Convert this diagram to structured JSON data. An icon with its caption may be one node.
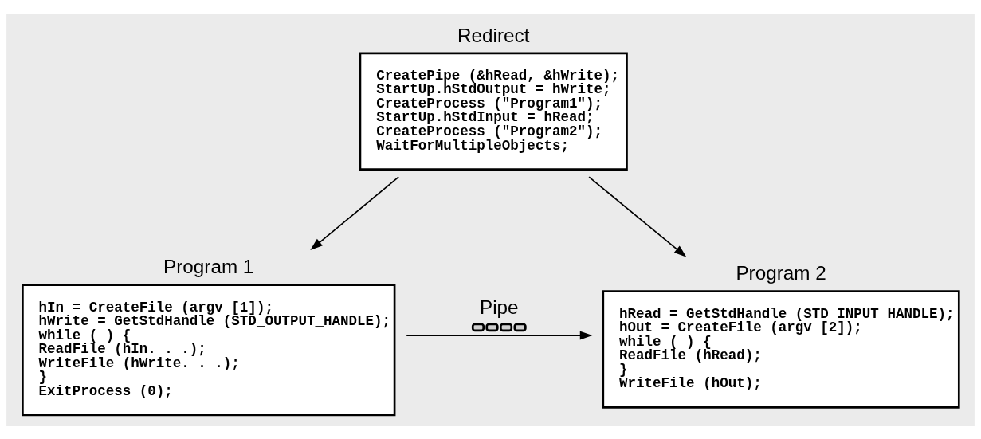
{
  "diagram": {
    "nodes": [
      {
        "text": [
          "Redirect",
          "CreatePipe (&hRead, &hWrite);",
          "StartUp.hStdOutput = hWrite;",
          "CreateProcess (\"Program1\");",
          "StartUp.hStdInput = hRead;",
          "CreateProcess (\"Program2\");",
          "WaitForMultipleObjects;"
        ]
      },
      {
        "text": [
          "Program 1",
          "hIn = CreateFile (argv [1]);",
          "hWrite = GetStdHandle (STD_OUTPUT_HANDLE);",
          "while ( ) {",
          "ReadFile (hIn. . .);",
          "WriteFile (hWrite. . .);",
          "}",
          "ExitProcess (0);"
        ]
      },
      {
        "text": [
          "Program 2",
          "hRead = GetStdHandle (STD_INPUT_HANDLE);",
          "hOut = CreateFile (argv [2]);",
          "while ( ) {",
          "ReadFile (hRead);",
          "}",
          "WriteFile (hOut);"
        ]
      }
    ],
    "edges": [
      {
        "from": 0,
        "to": 1,
        "arrow": "to"
      },
      {
        "from": 0,
        "to": 2,
        "arrow": "to"
      },
      {
        "from": 1,
        "to": 2,
        "arrow": "to",
        "label": "Pipe"
      }
    ]
  }
}
